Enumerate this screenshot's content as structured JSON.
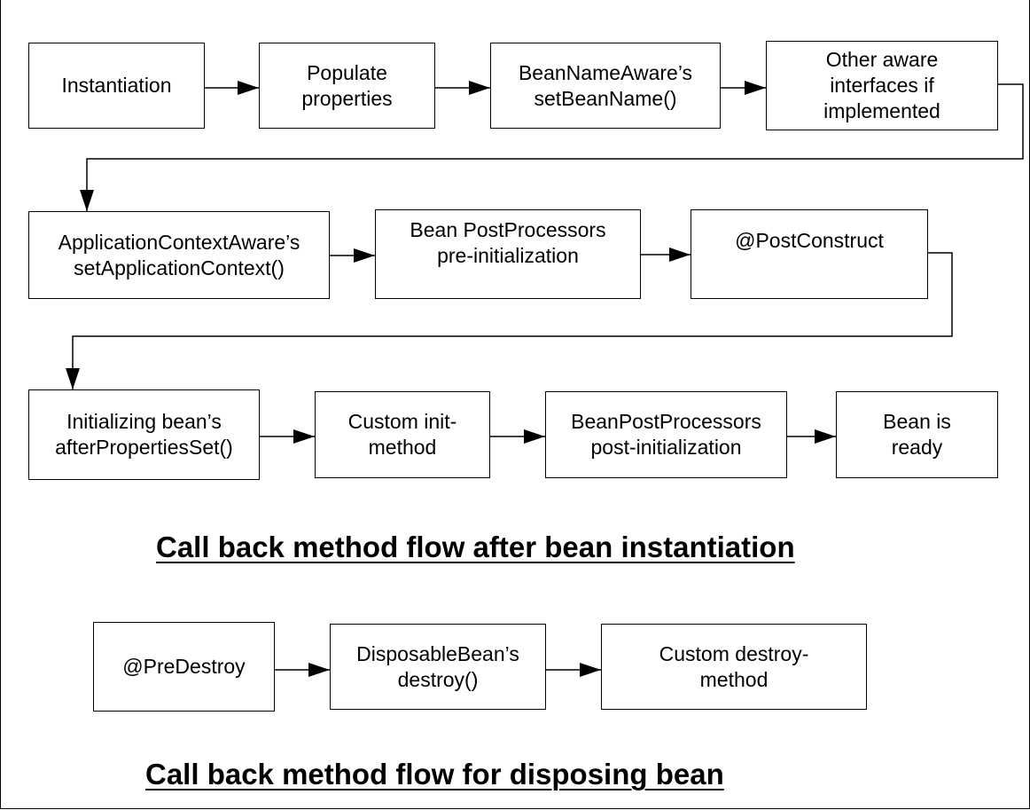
{
  "flow_after_instantiation": {
    "title": "Call back method flow after bean instantiation",
    "steps": [
      {
        "id": "instantiation",
        "lines": [
          "Instantiation"
        ]
      },
      {
        "id": "populate-properties",
        "lines": [
          "Populate",
          "properties"
        ]
      },
      {
        "id": "bean-name-aware",
        "lines": [
          "BeanNameAware’s",
          "setBeanName()"
        ]
      },
      {
        "id": "other-aware",
        "lines": [
          "Other aware",
          "interfaces if",
          "implemented"
        ]
      },
      {
        "id": "application-context-aware",
        "lines": [
          "ApplicationContextAware’s",
          "setApplicationContext()"
        ]
      },
      {
        "id": "bpp-pre-init",
        "lines": [
          "Bean PostProcessors",
          "pre-initialization"
        ]
      },
      {
        "id": "post-construct",
        "lines": [
          "@PostConstruct"
        ]
      },
      {
        "id": "initializing-bean",
        "lines": [
          "Initializing bean’s",
          "afterPropertiesSet()"
        ]
      },
      {
        "id": "custom-init",
        "lines": [
          "Custom init-",
          "method"
        ]
      },
      {
        "id": "bpp-post-init",
        "lines": [
          "BeanPostProcessors",
          "post-initialization"
        ]
      },
      {
        "id": "bean-ready",
        "lines": [
          "Bean is",
          "ready"
        ]
      }
    ]
  },
  "flow_disposing": {
    "title": "Call back method flow for disposing bean",
    "steps": [
      {
        "id": "pre-destroy",
        "lines": [
          "@PreDestroy"
        ]
      },
      {
        "id": "disposable-bean",
        "lines": [
          "DisposableBean’s",
          "destroy()"
        ]
      },
      {
        "id": "custom-destroy",
        "lines": [
          "Custom destroy-",
          "method"
        ]
      }
    ]
  }
}
